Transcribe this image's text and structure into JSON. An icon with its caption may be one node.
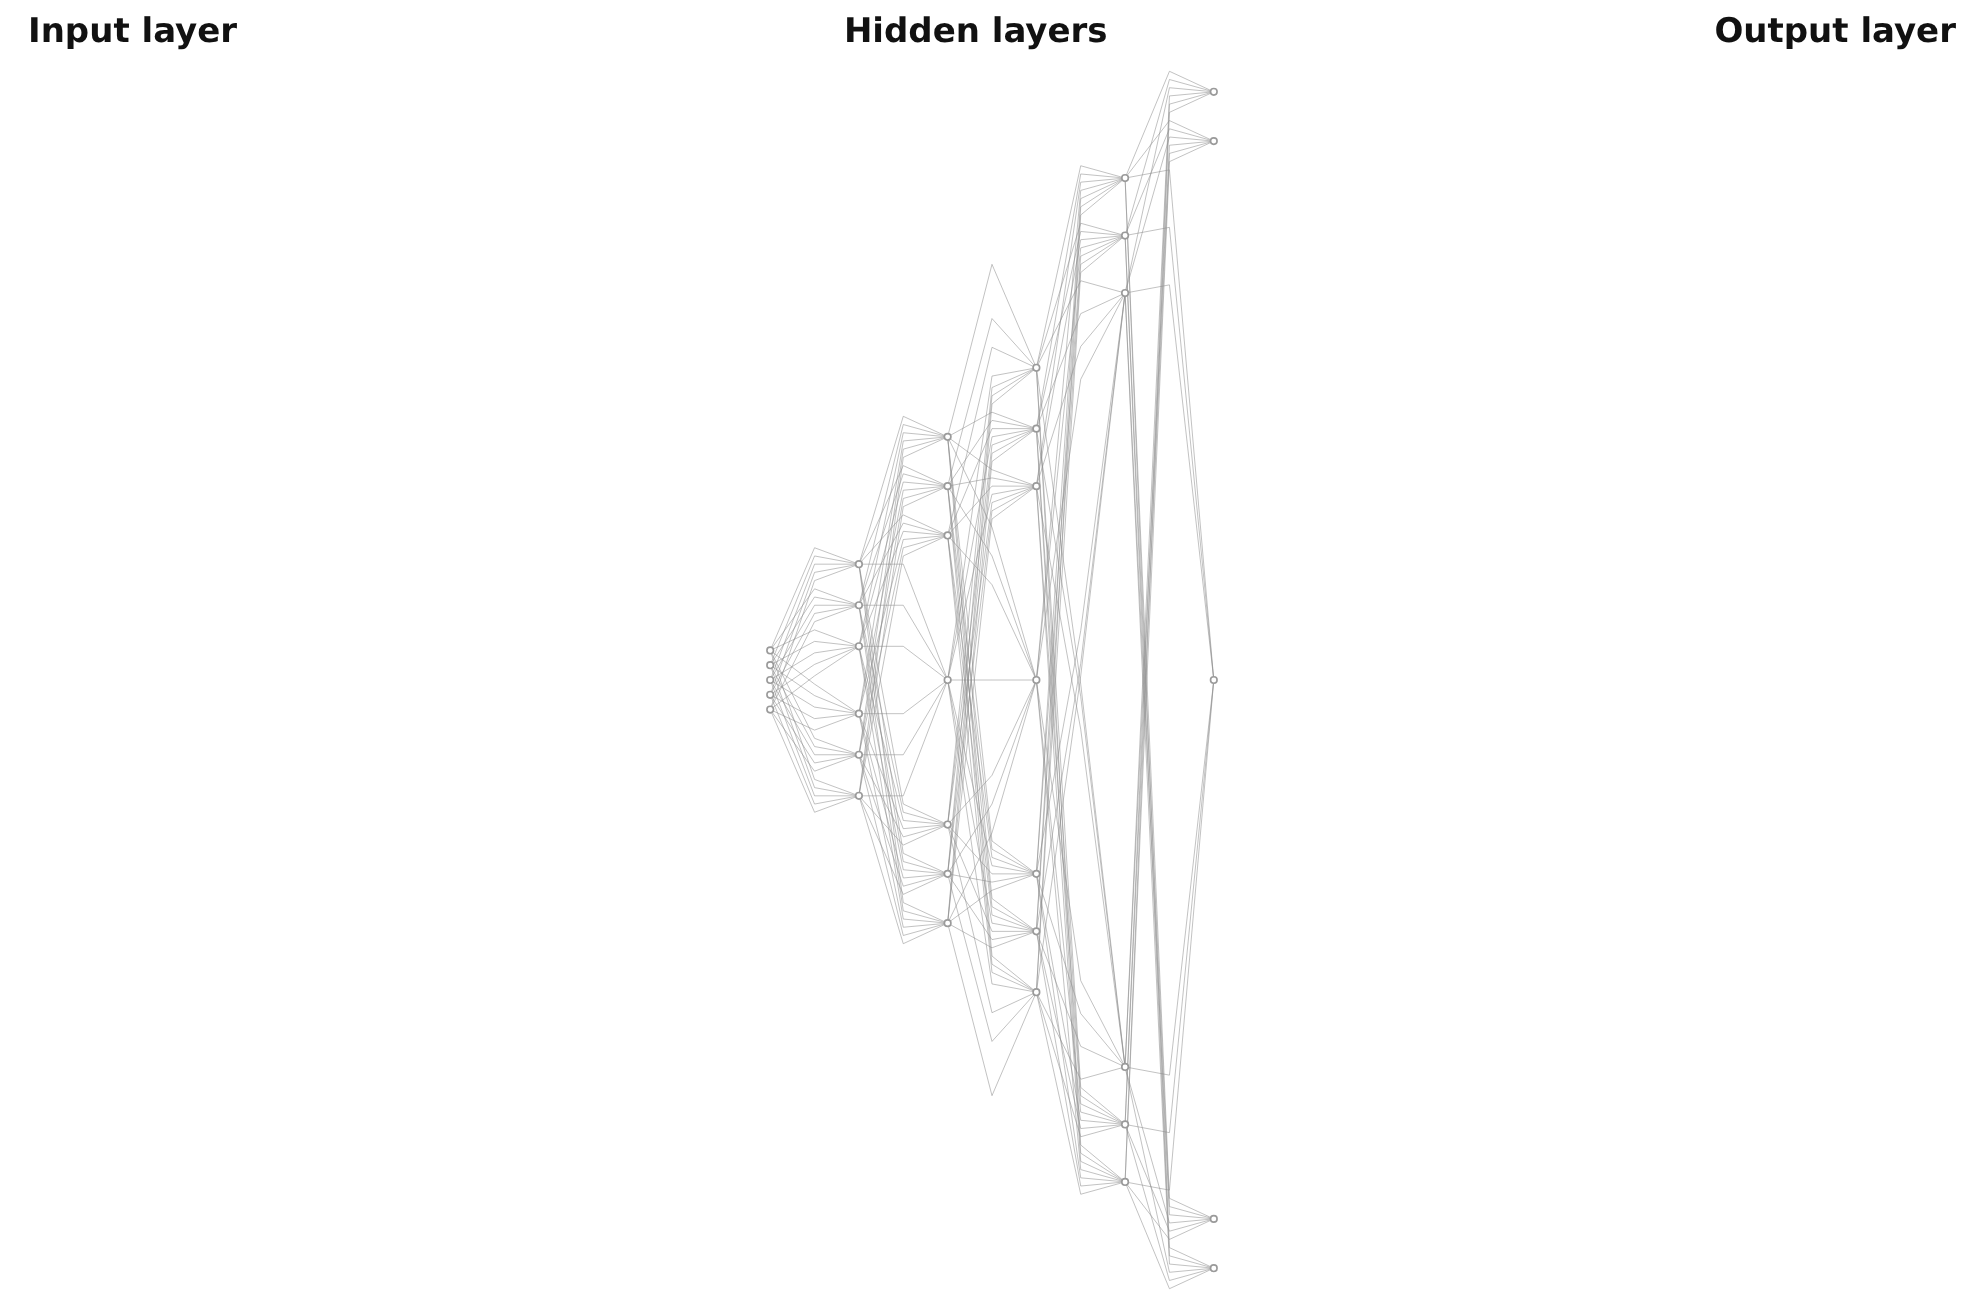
{
  "diagram": {
    "nodes": [
      {
        "text": [],
        "shape": "circle"
      },
      {
        "text": [],
        "shape": "circle"
      },
      {
        "text": [],
        "shape": "circle"
      },
      {
        "text": [],
        "shape": "circle"
      },
      {
        "text": [],
        "shape": "circle"
      },
      {
        "text": [],
        "shape": "circle"
      },
      {
        "text": [],
        "shape": "circle"
      },
      {
        "text": [],
        "shape": "circle"
      },
      {
        "text": [],
        "shape": "circle"
      },
      {
        "text": [],
        "shape": "circle"
      },
      {
        "text": [],
        "shape": "circle"
      },
      {
        "text": [],
        "shape": "circle"
      },
      {
        "text": [],
        "shape": "circle"
      },
      {
        "text": [],
        "shape": "circle"
      },
      {
        "text": [],
        "shape": "circle"
      },
      {
        "text": [],
        "shape": "circle"
      },
      {
        "text": [],
        "shape": "circle"
      },
      {
        "text": [],
        "shape": "circle"
      },
      {
        "text": [],
        "shape": "circle"
      },
      {
        "text": [],
        "shape": "circle"
      },
      {
        "text": [],
        "shape": "circle"
      },
      {
        "text": [],
        "shape": "circle"
      },
      {
        "text": [],
        "shape": "circle"
      },
      {
        "text": [],
        "shape": "circle"
      },
      {
        "text": [],
        "shape": "circle"
      },
      {
        "text": [],
        "shape": "circle"
      },
      {
        "text": [],
        "shape": "circle"
      },
      {
        "text": [],
        "shape": "circle"
      },
      {
        "text": [],
        "shape": "circle"
      },
      {
        "text": [],
        "shape": "circle"
      },
      {
        "text": [],
        "shape": "circle"
      },
      {
        "text": [],
        "shape": "circle"
      },
      {
        "text": [],
        "shape": "circle"
      },
      {
        "text": [],
        "shape": "circle"
      },
      {
        "text": [],
        "shape": "circle"
      },
      {
        "text": [],
        "shape": "circle"
      }
    ],
    "edges": [
      {
        "from": 0,
        "to": 5,
        "arrow": "none"
      },
      {
        "from": 0,
        "to": 6,
        "arrow": "none"
      },
      {
        "from": 0,
        "to": 7,
        "arrow": "none"
      },
      {
        "from": 0,
        "to": 8,
        "arrow": "none"
      },
      {
        "from": 0,
        "to": 9,
        "arrow": "none"
      },
      {
        "from": 0,
        "to": 10,
        "arrow": "none"
      },
      {
        "from": 1,
        "to": 5,
        "arrow": "none"
      },
      {
        "from": 1,
        "to": 6,
        "arrow": "none"
      },
      {
        "from": 1,
        "to": 7,
        "arrow": "none"
      },
      {
        "from": 1,
        "to": 8,
        "arrow": "none"
      },
      {
        "from": 1,
        "to": 9,
        "arrow": "none"
      },
      {
        "from": 1,
        "to": 10,
        "arrow": "none"
      },
      {
        "from": 2,
        "to": 5,
        "arrow": "none"
      },
      {
        "from": 2,
        "to": 6,
        "arrow": "none"
      },
      {
        "from": 2,
        "to": 7,
        "arrow": "none"
      },
      {
        "from": 2,
        "to": 8,
        "arrow": "none"
      },
      {
        "from": 2,
        "to": 9,
        "arrow": "none"
      },
      {
        "from": 2,
        "to": 10,
        "arrow": "none"
      },
      {
        "from": 3,
        "to": 5,
        "arrow": "none"
      },
      {
        "from": 3,
        "to": 6,
        "arrow": "none"
      },
      {
        "from": 3,
        "to": 7,
        "arrow": "none"
      },
      {
        "from": 3,
        "to": 8,
        "arrow": "none"
      },
      {
        "from": 3,
        "to": 9,
        "arrow": "none"
      },
      {
        "from": 3,
        "to": 10,
        "arrow": "none"
      },
      {
        "from": 4,
        "to": 5,
        "arrow": "none"
      },
      {
        "from": 4,
        "to": 6,
        "arrow": "none"
      },
      {
        "from": 4,
        "to": 7,
        "arrow": "none"
      },
      {
        "from": 4,
        "to": 8,
        "arrow": "none"
      },
      {
        "from": 4,
        "to": 9,
        "arrow": "none"
      },
      {
        "from": 4,
        "to": 10,
        "arrow": "none"
      },
      {
        "from": 5,
        "to": 11,
        "arrow": "none"
      },
      {
        "from": 5,
        "to": 12,
        "arrow": "none"
      },
      {
        "from": 5,
        "to": 13,
        "arrow": "none"
      },
      {
        "from": 5,
        "to": 14,
        "arrow": "none"
      },
      {
        "from": 5,
        "to": 15,
        "arrow": "none"
      },
      {
        "from": 5,
        "to": 16,
        "arrow": "none"
      },
      {
        "from": 5,
        "to": 17,
        "arrow": "none"
      },
      {
        "from": 6,
        "to": 11,
        "arrow": "none"
      },
      {
        "from": 6,
        "to": 12,
        "arrow": "none"
      },
      {
        "from": 6,
        "to": 13,
        "arrow": "none"
      },
      {
        "from": 6,
        "to": 14,
        "arrow": "none"
      },
      {
        "from": 6,
        "to": 15,
        "arrow": "none"
      },
      {
        "from": 6,
        "to": 16,
        "arrow": "none"
      },
      {
        "from": 6,
        "to": 17,
        "arrow": "none"
      },
      {
        "from": 7,
        "to": 11,
        "arrow": "none"
      },
      {
        "from": 7,
        "to": 12,
        "arrow": "none"
      },
      {
        "from": 7,
        "to": 13,
        "arrow": "none"
      },
      {
        "from": 7,
        "to": 14,
        "arrow": "none"
      },
      {
        "from": 7,
        "to": 15,
        "arrow": "none"
      },
      {
        "from": 7,
        "to": 16,
        "arrow": "none"
      },
      {
        "from": 7,
        "to": 17,
        "arrow": "none"
      },
      {
        "from": 8,
        "to": 11,
        "arrow": "none"
      },
      {
        "from": 8,
        "to": 12,
        "arrow": "none"
      },
      {
        "from": 8,
        "to": 13,
        "arrow": "none"
      },
      {
        "from": 8,
        "to": 14,
        "arrow": "none"
      },
      {
        "from": 8,
        "to": 15,
        "arrow": "none"
      },
      {
        "from": 8,
        "to": 16,
        "arrow": "none"
      },
      {
        "from": 8,
        "to": 17,
        "arrow": "none"
      },
      {
        "from": 9,
        "to": 11,
        "arrow": "none"
      },
      {
        "from": 9,
        "to": 12,
        "arrow": "none"
      },
      {
        "from": 9,
        "to": 13,
        "arrow": "none"
      },
      {
        "from": 9,
        "to": 14,
        "arrow": "none"
      },
      {
        "from": 9,
        "to": 15,
        "arrow": "none"
      },
      {
        "from": 9,
        "to": 16,
        "arrow": "none"
      },
      {
        "from": 9,
        "to": 17,
        "arrow": "none"
      },
      {
        "from": 10,
        "to": 11,
        "arrow": "none"
      },
      {
        "from": 10,
        "to": 12,
        "arrow": "none"
      },
      {
        "from": 10,
        "to": 13,
        "arrow": "none"
      },
      {
        "from": 10,
        "to": 14,
        "arrow": "none"
      },
      {
        "from": 10,
        "to": 15,
        "arrow": "none"
      },
      {
        "from": 10,
        "to": 16,
        "arrow": "none"
      },
      {
        "from": 10,
        "to": 17,
        "arrow": "none"
      },
      {
        "from": 11,
        "to": 18,
        "arrow": "none"
      },
      {
        "from": 11,
        "to": 19,
        "arrow": "none"
      },
      {
        "from": 11,
        "to": 20,
        "arrow": "none"
      },
      {
        "from": 11,
        "to": 21,
        "arrow": "none"
      },
      {
        "from": 11,
        "to": 22,
        "arrow": "none"
      },
      {
        "from": 11,
        "to": 23,
        "arrow": "none"
      },
      {
        "from": 11,
        "to": 24,
        "arrow": "none"
      },
      {
        "from": 12,
        "to": 18,
        "arrow": "none"
      },
      {
        "from": 12,
        "to": 19,
        "arrow": "none"
      },
      {
        "from": 12,
        "to": 20,
        "arrow": "none"
      },
      {
        "from": 12,
        "to": 21,
        "arrow": "none"
      },
      {
        "from": 12,
        "to": 22,
        "arrow": "none"
      },
      {
        "from": 12,
        "to": 23,
        "arrow": "none"
      },
      {
        "from": 12,
        "to": 24,
        "arrow": "none"
      },
      {
        "from": 13,
        "to": 18,
        "arrow": "none"
      },
      {
        "from": 13,
        "to": 19,
        "arrow": "none"
      },
      {
        "from": 13,
        "to": 20,
        "arrow": "none"
      },
      {
        "from": 13,
        "to": 21,
        "arrow": "none"
      },
      {
        "from": 13,
        "to": 22,
        "arrow": "none"
      },
      {
        "from": 13,
        "to": 23,
        "arrow": "none"
      },
      {
        "from": 13,
        "to": 24,
        "arrow": "none"
      },
      {
        "from": 14,
        "to": 18,
        "arrow": "none"
      },
      {
        "from": 14,
        "to": 19,
        "arrow": "none"
      },
      {
        "from": 14,
        "to": 20,
        "arrow": "none"
      },
      {
        "from": 14,
        "to": 21,
        "arrow": "none"
      },
      {
        "from": 14,
        "to": 22,
        "arrow": "none"
      },
      {
        "from": 14,
        "to": 23,
        "arrow": "none"
      },
      {
        "from": 14,
        "to": 24,
        "arrow": "none"
      },
      {
        "from": 15,
        "to": 18,
        "arrow": "none"
      },
      {
        "from": 15,
        "to": 19,
        "arrow": "none"
      },
      {
        "from": 15,
        "to": 20,
        "arrow": "none"
      },
      {
        "from": 15,
        "to": 21,
        "arrow": "none"
      },
      {
        "from": 15,
        "to": 22,
        "arrow": "none"
      },
      {
        "from": 15,
        "to": 23,
        "arrow": "none"
      },
      {
        "from": 15,
        "to": 24,
        "arrow": "none"
      },
      {
        "from": 16,
        "to": 18,
        "arrow": "none"
      },
      {
        "from": 16,
        "to": 19,
        "arrow": "none"
      },
      {
        "from": 16,
        "to": 20,
        "arrow": "none"
      },
      {
        "from": 16,
        "to": 21,
        "arrow": "none"
      },
      {
        "from": 16,
        "to": 22,
        "arrow": "none"
      },
      {
        "from": 16,
        "to": 23,
        "arrow": "none"
      },
      {
        "from": 16,
        "to": 24,
        "arrow": "none"
      },
      {
        "from": 17,
        "to": 18,
        "arrow": "none"
      },
      {
        "from": 17,
        "to": 19,
        "arrow": "none"
      },
      {
        "from": 17,
        "to": 20,
        "arrow": "none"
      },
      {
        "from": 17,
        "to": 21,
        "arrow": "none"
      },
      {
        "from": 17,
        "to": 22,
        "arrow": "none"
      },
      {
        "from": 17,
        "to": 23,
        "arrow": "none"
      },
      {
        "from": 17,
        "to": 24,
        "arrow": "none"
      },
      {
        "from": 18,
        "to": 25,
        "arrow": "none"
      },
      {
        "from": 18,
        "to": 26,
        "arrow": "none"
      },
      {
        "from": 18,
        "to": 27,
        "arrow": "none"
      },
      {
        "from": 18,
        "to": 28,
        "arrow": "none"
      },
      {
        "from": 18,
        "to": 29,
        "arrow": "none"
      },
      {
        "from": 18,
        "to": 30,
        "arrow": "none"
      },
      {
        "from": 19,
        "to": 25,
        "arrow": "none"
      },
      {
        "from": 19,
        "to": 26,
        "arrow": "none"
      },
      {
        "from": 19,
        "to": 27,
        "arrow": "none"
      },
      {
        "from": 19,
        "to": 28,
        "arrow": "none"
      },
      {
        "from": 19,
        "to": 29,
        "arrow": "none"
      },
      {
        "from": 19,
        "to": 30,
        "arrow": "none"
      },
      {
        "from": 20,
        "to": 25,
        "arrow": "none"
      },
      {
        "from": 20,
        "to": 26,
        "arrow": "none"
      },
      {
        "from": 20,
        "to": 27,
        "arrow": "none"
      },
      {
        "from": 20,
        "to": 28,
        "arrow": "none"
      },
      {
        "from": 20,
        "to": 29,
        "arrow": "none"
      },
      {
        "from": 20,
        "to": 30,
        "arrow": "none"
      },
      {
        "from": 21,
        "to": 25,
        "arrow": "none"
      },
      {
        "from": 21,
        "to": 26,
        "arrow": "none"
      },
      {
        "from": 21,
        "to": 27,
        "arrow": "none"
      },
      {
        "from": 21,
        "to": 28,
        "arrow": "none"
      },
      {
        "from": 21,
        "to": 29,
        "arrow": "none"
      },
      {
        "from": 21,
        "to": 30,
        "arrow": "none"
      },
      {
        "from": 22,
        "to": 25,
        "arrow": "none"
      },
      {
        "from": 22,
        "to": 26,
        "arrow": "none"
      },
      {
        "from": 22,
        "to": 27,
        "arrow": "none"
      },
      {
        "from": 22,
        "to": 28,
        "arrow": "none"
      },
      {
        "from": 22,
        "to": 29,
        "arrow": "none"
      },
      {
        "from": 22,
        "to": 30,
        "arrow": "none"
      },
      {
        "from": 23,
        "to": 25,
        "arrow": "none"
      },
      {
        "from": 23,
        "to": 26,
        "arrow": "none"
      },
      {
        "from": 23,
        "to": 27,
        "arrow": "none"
      },
      {
        "from": 23,
        "to": 28,
        "arrow": "none"
      },
      {
        "from": 23,
        "to": 29,
        "arrow": "none"
      },
      {
        "from": 23,
        "to": 30,
        "arrow": "none"
      },
      {
        "from": 24,
        "to": 25,
        "arrow": "none"
      },
      {
        "from": 24,
        "to": 26,
        "arrow": "none"
      },
      {
        "from": 24,
        "to": 27,
        "arrow": "none"
      },
      {
        "from": 24,
        "to": 28,
        "arrow": "none"
      },
      {
        "from": 24,
        "to": 29,
        "arrow": "none"
      },
      {
        "from": 24,
        "to": 30,
        "arrow": "none"
      },
      {
        "from": 25,
        "to": 31,
        "arrow": "none"
      },
      {
        "from": 25,
        "to": 32,
        "arrow": "none"
      },
      {
        "from": 25,
        "to": 33,
        "arrow": "none"
      },
      {
        "from": 25,
        "to": 34,
        "arrow": "none"
      },
      {
        "from": 25,
        "to": 35,
        "arrow": "none"
      },
      {
        "from": 26,
        "to": 31,
        "arrow": "none"
      },
      {
        "from": 26,
        "to": 32,
        "arrow": "none"
      },
      {
        "from": 26,
        "to": 33,
        "arrow": "none"
      },
      {
        "from": 26,
        "to": 34,
        "arrow": "none"
      },
      {
        "from": 26,
        "to": 35,
        "arrow": "none"
      },
      {
        "from": 27,
        "to": 31,
        "arrow": "none"
      },
      {
        "from": 27,
        "to": 32,
        "arrow": "none"
      },
      {
        "from": 27,
        "to": 33,
        "arrow": "none"
      },
      {
        "from": 27,
        "to": 34,
        "arrow": "none"
      },
      {
        "from": 27,
        "to": 35,
        "arrow": "none"
      },
      {
        "from": 28,
        "to": 31,
        "arrow": "none"
      },
      {
        "from": 28,
        "to": 32,
        "arrow": "none"
      },
      {
        "from": 28,
        "to": 33,
        "arrow": "none"
      },
      {
        "from": 28,
        "to": 34,
        "arrow": "none"
      },
      {
        "from": 28,
        "to": 35,
        "arrow": "none"
      },
      {
        "from": 29,
        "to": 31,
        "arrow": "none"
      },
      {
        "from": 29,
        "to": 32,
        "arrow": "none"
      },
      {
        "from": 29,
        "to": 33,
        "arrow": "none"
      },
      {
        "from": 29,
        "to": 34,
        "arrow": "none"
      },
      {
        "from": 29,
        "to": 35,
        "arrow": "none"
      },
      {
        "from": 30,
        "to": 31,
        "arrow": "none"
      },
      {
        "from": 30,
        "to": 32,
        "arrow": "none"
      },
      {
        "from": 30,
        "to": 33,
        "arrow": "none"
      },
      {
        "from": 30,
        "to": 34,
        "arrow": "none"
      },
      {
        "from": 30,
        "to": 35,
        "arrow": "none"
      }
    ],
    "labels": [
      "Input layer",
      "Hidden layers",
      "Output layer"
    ]
  }
}
